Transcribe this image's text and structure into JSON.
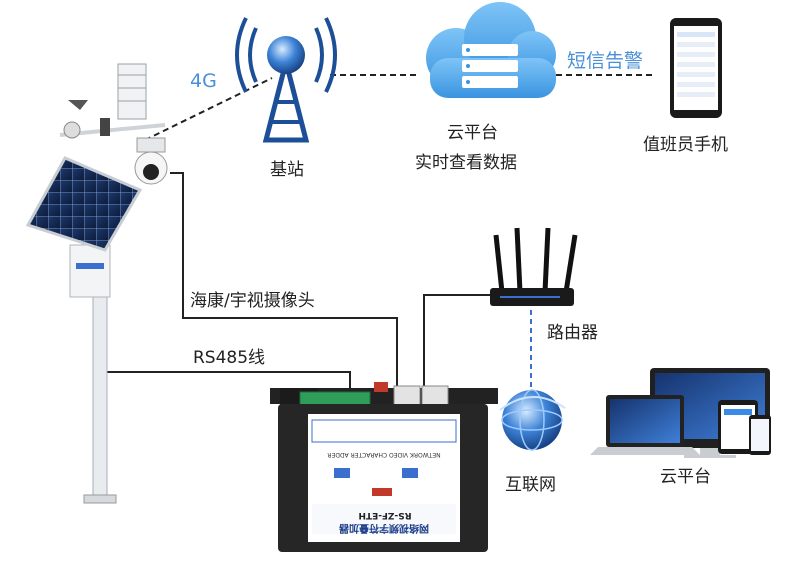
{
  "labels": {
    "signal_4g": "4G",
    "base_station": "基站",
    "cloud_platform_top": "云平台",
    "realtime_view": "实时查看数据",
    "sms_alarm": "短信告警",
    "duty_phone": "值班员手机",
    "camera": "海康/宇视摄像头",
    "rs485": "RS485线",
    "router": "路由器",
    "internet": "互联网",
    "cloud_platform_bottom": "云平台"
  },
  "device": {
    "name_cn": "网络视频字符叠加器",
    "name_en": "NETWORK VIDEO CHARACTER ADDER",
    "model": "RS-ZF-ETH"
  },
  "colors": {
    "line_dark": "#222222",
    "line_dashed_blue": "#3a6fd0",
    "cloud": "#5aaef0",
    "accent_blue": "#4a90d9",
    "tower": "#1d4f99"
  }
}
